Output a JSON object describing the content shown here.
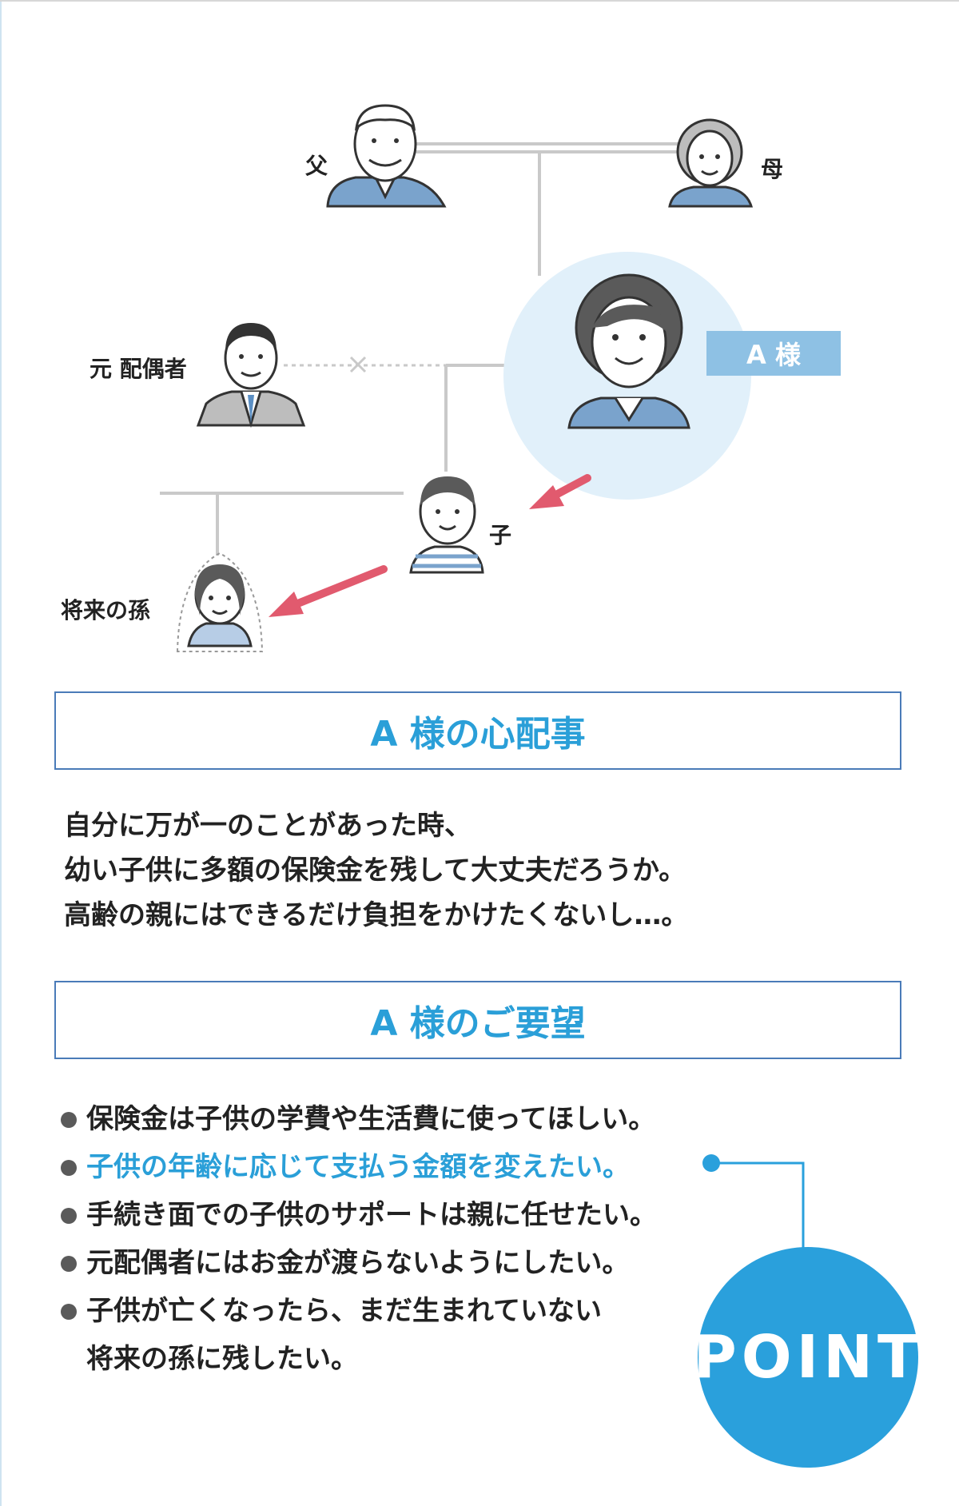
{
  "diagram": {
    "labels": {
      "father": "父",
      "mother": "母",
      "ex_spouse": "元 配偶者",
      "child": "子",
      "future_grandchild": "将来の孫",
      "client": "A 様"
    }
  },
  "concern_section": {
    "title": "A 様の心配事",
    "lines": [
      "自分に万が一のことがあった時、",
      "幼い子供に多額の保険金を残して大丈夫だろうか。",
      "高齢の親にはできるだけ負担をかけたくないし…。"
    ]
  },
  "request_section": {
    "title": "A 様のご要望",
    "items": [
      "保険金は子供の学費や生活費に使ってほしい。",
      "子供の年齢に応じて支払う金額を変えたい。",
      "手続き面での子供のサポートは親に任せたい。",
      "元配偶者にはお金が渡らないようにしたい。",
      "子供が亡くなったら、まだ生まれていない",
      "将来の孫に残したい。"
    ],
    "highlight_color": "#2a9fd8"
  },
  "point_badge": "POINT",
  "colors": {
    "accent_blue": "#2aa0dc",
    "light_blue_circle": "#e1f0fa",
    "arrow_red": "#e15a6e",
    "line_gray": "#c9c9c9"
  }
}
